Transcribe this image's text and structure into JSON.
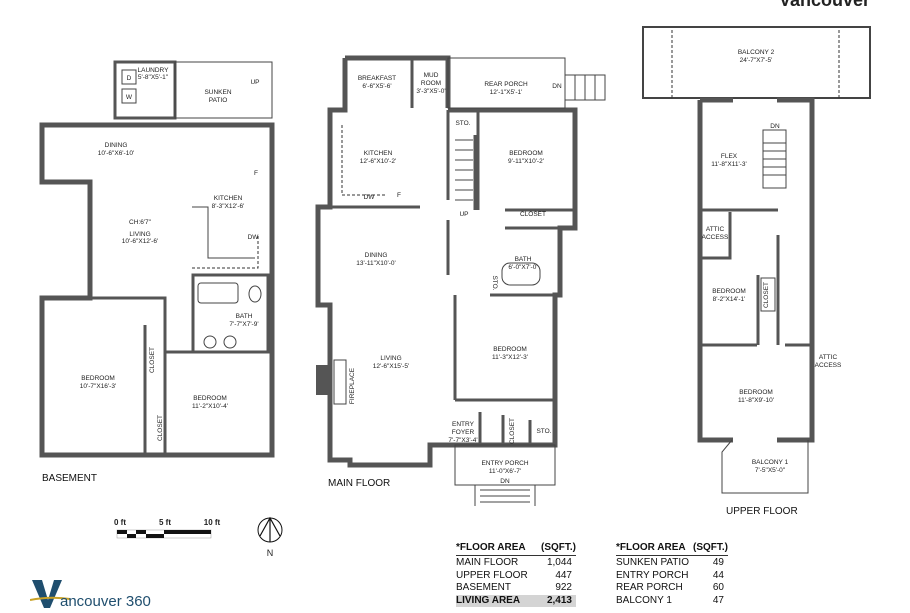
{
  "brand": "Vancouver",
  "logo": {
    "text": "Vancouver 360",
    "color": "#1f4e6e"
  },
  "floors": {
    "basement": {
      "title": "BASEMENT",
      "rooms": [
        {
          "name": "LAUNDRY",
          "dim": "5'-8\"X5'-1\""
        },
        {
          "name": "SUNKEN",
          "dim": "PATIO"
        },
        {
          "name": "DINING",
          "dim": "10'-6\"X6'-10'"
        },
        {
          "name": "KITCHEN",
          "dim": "8'-3\"X12'-6'"
        },
        {
          "name": "CH:6'7\"",
          "dim": ""
        },
        {
          "name": "LIVING",
          "dim": "10'-6\"X12'-6'"
        },
        {
          "name": "BATH",
          "dim": "7'-7\"X7'-9'"
        },
        {
          "name": "BEDROOM",
          "dim": "10'-7\"X16'-3'"
        },
        {
          "name": "BEDROOM",
          "dim": "11'-2\"X10'-4'"
        }
      ],
      "marks": {
        "d": "D",
        "w": "W",
        "up": "UP",
        "f": "F",
        "dw": "DW",
        "closet": "CLOSET"
      }
    },
    "main": {
      "title": "MAIN FLOOR",
      "rooms": [
        {
          "name": "BREAKFAST",
          "dim": "6'-6\"X5'-6'"
        },
        {
          "name": "MUD",
          "dim": "ROOM"
        },
        {
          "name": "REAR PORCH",
          "dim": "12'-1\"X5'-1'"
        },
        {
          "name": "KITCHEN",
          "dim": "12'-6\"X10'-2'"
        },
        {
          "name": "BEDROOM",
          "dim": "9'-11\"X10'-2'"
        },
        {
          "name": "DINING",
          "dim": "13'-11\"X10'-0'"
        },
        {
          "name": "BATH",
          "dim": "6'-0\"X7'-0'"
        },
        {
          "name": "LIVING",
          "dim": "12'-6\"X15'-5'"
        },
        {
          "name": "BEDROOM",
          "dim": "11'-3\"X12'-3'"
        },
        {
          "name": "ENTRY",
          "dim": "FOYER"
        },
        {
          "name": "ENTRY PORCH",
          "dim": "11'-0\"X6'-7'"
        }
      ],
      "marks": {
        "mud_dim": "3'-3\"X5'-0'",
        "foyer_dim": "7'-7\"X3'-4'",
        "dn": "DN",
        "up": "UP",
        "sto": "STO.",
        "closet": "CLOSET",
        "dw": "DW",
        "f": "F",
        "fireplace": "FIREPLACE"
      }
    },
    "upper": {
      "title": "UPPER FLOOR",
      "rooms": [
        {
          "name": "BALCONY 2",
          "dim": "24'-7\"X7'-5'"
        },
        {
          "name": "FLEX",
          "dim": "11'-8\"X11'-3'"
        },
        {
          "name": "ATTIC",
          "dim": "ACCESS"
        },
        {
          "name": "BEDROOM",
          "dim": "8'-2\"X14'-1'"
        },
        {
          "name": "ATTIC",
          "dim": "ACCESS"
        },
        {
          "name": "BEDROOM",
          "dim": "11'-8\"X9'-10'"
        },
        {
          "name": "BALCONY 1",
          "dim": "7'-5\"X5'-0\""
        }
      ],
      "marks": {
        "dn": "DN",
        "closet": "CLOSET"
      }
    }
  },
  "scale": {
    "labels": [
      "0 ft",
      "5 ft",
      "10 ft"
    ]
  },
  "north": "N",
  "areas_left": {
    "header": [
      "*FLOOR AREA",
      "(SQFT.)"
    ],
    "rows": [
      {
        "label": "MAIN FLOOR",
        "value": "1,044"
      },
      {
        "label": "UPPER FLOOR",
        "value": "447"
      },
      {
        "label": "BASEMENT",
        "value": "922"
      },
      {
        "label": "LIVING AREA",
        "value": "2,413"
      }
    ]
  },
  "areas_right": {
    "header": [
      "*FLOOR AREA",
      "(SQFT.)"
    ],
    "rows": [
      {
        "label": "SUNKEN PATIO",
        "value": "49"
      },
      {
        "label": "ENTRY PORCH",
        "value": "44"
      },
      {
        "label": "REAR PORCH",
        "value": "60"
      },
      {
        "label": "BALCONY 1",
        "value": "47"
      }
    ]
  }
}
